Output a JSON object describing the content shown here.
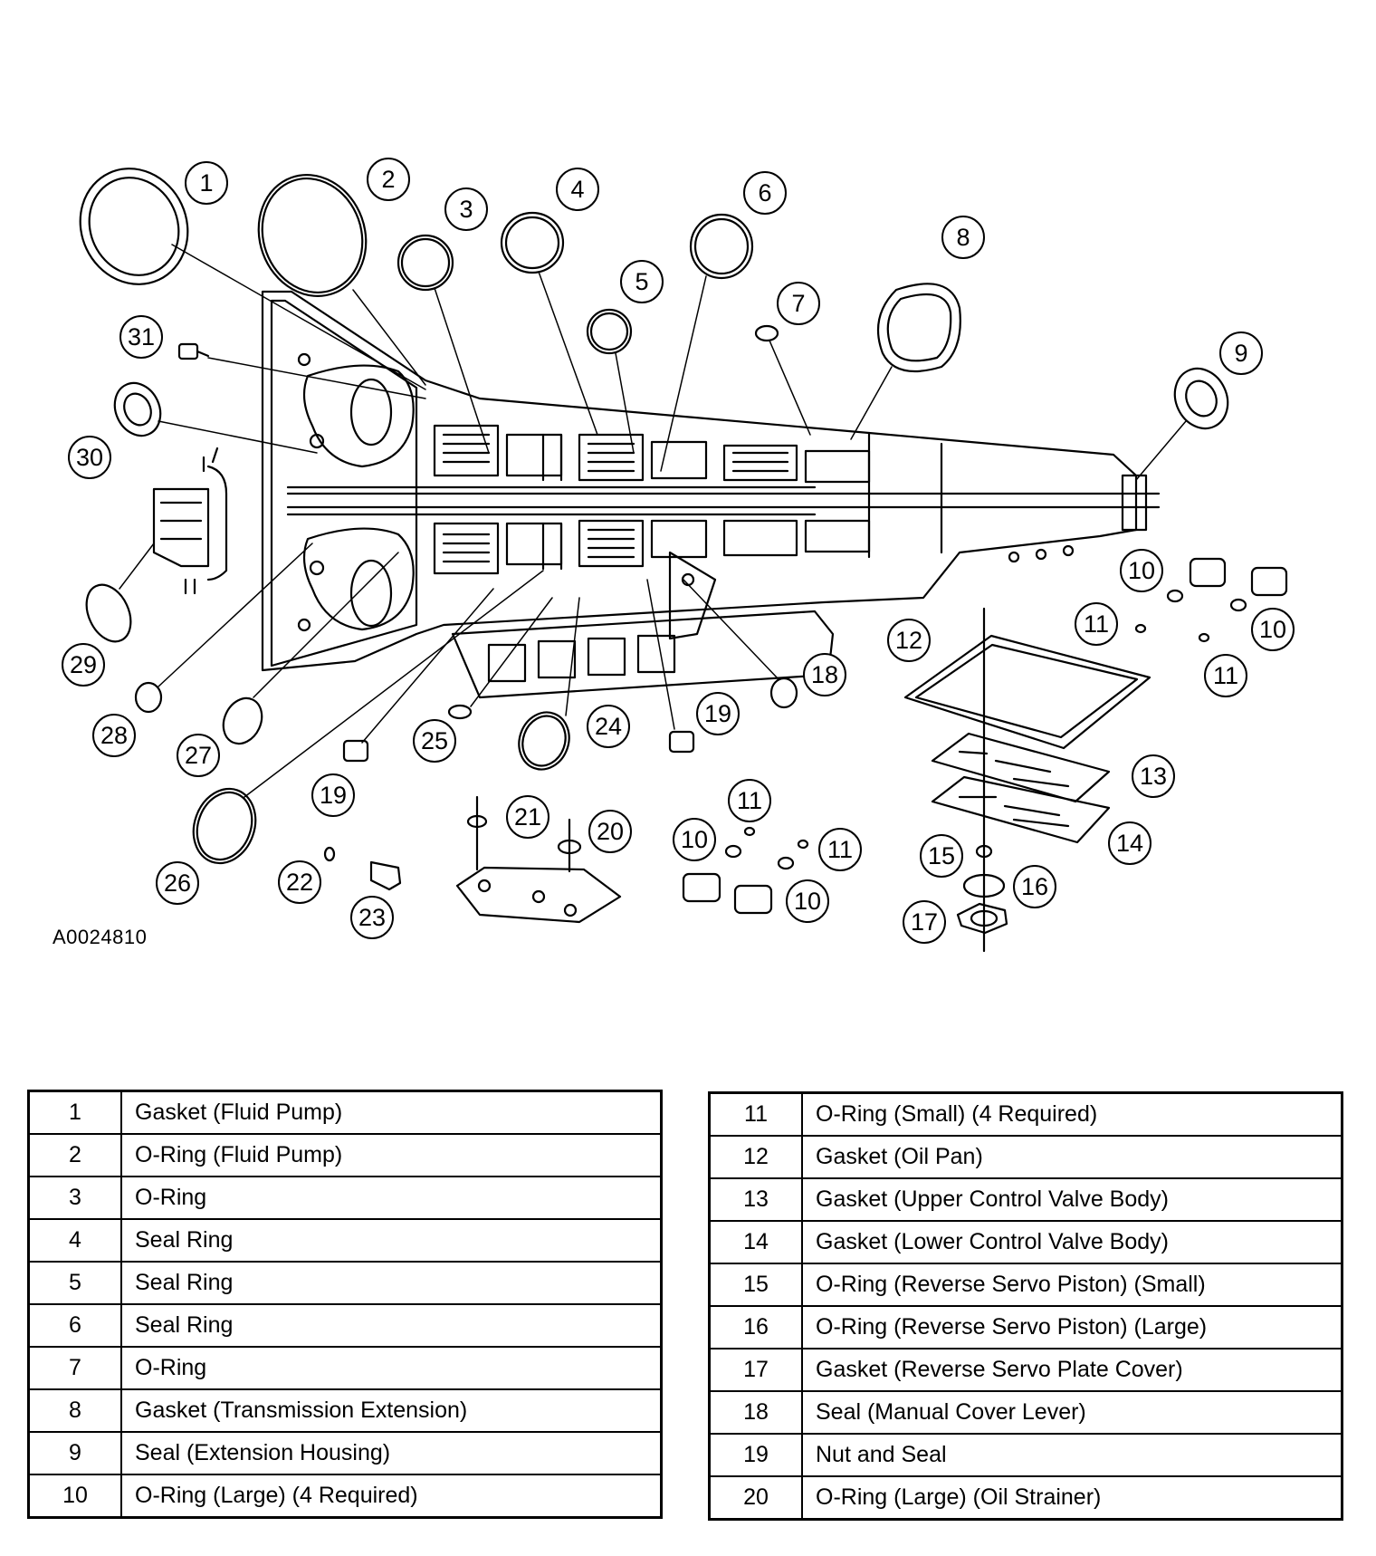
{
  "figure_id": "A0024810",
  "callouts": [
    "1",
    "2",
    "3",
    "4",
    "5",
    "6",
    "7",
    "8",
    "9",
    "10",
    "11",
    "12",
    "13",
    "14",
    "15",
    "16",
    "17",
    "18",
    "19",
    "20",
    "21",
    "22",
    "23",
    "24",
    "25",
    "26",
    "27",
    "28",
    "29",
    "30",
    "31"
  ],
  "parts_left": [
    {
      "num": "1",
      "desc": "Gasket (Fluid Pump)"
    },
    {
      "num": "2",
      "desc": "O-Ring (Fluid Pump)"
    },
    {
      "num": "3",
      "desc": "O-Ring"
    },
    {
      "num": "4",
      "desc": "Seal Ring"
    },
    {
      "num": "5",
      "desc": "Seal Ring"
    },
    {
      "num": "6",
      "desc": "Seal Ring"
    },
    {
      "num": "7",
      "desc": "O-Ring"
    },
    {
      "num": "8",
      "desc": "Gasket (Transmission Extension)"
    },
    {
      "num": "9",
      "desc": "Seal (Extension Housing)"
    },
    {
      "num": "10",
      "desc": "O-Ring (Large) (4 Required)"
    }
  ],
  "parts_right": [
    {
      "num": "11",
      "desc": "O-Ring (Small) (4 Required)"
    },
    {
      "num": "12",
      "desc": "Gasket (Oil Pan)"
    },
    {
      "num": "13",
      "desc": "Gasket (Upper Control Valve Body)"
    },
    {
      "num": "14",
      "desc": "Gasket (Lower Control Valve Body)"
    },
    {
      "num": "15",
      "desc": "O-Ring (Reverse Servo Piston) (Small)"
    },
    {
      "num": "16",
      "desc": "O-Ring (Reverse Servo Piston) (Large)"
    },
    {
      "num": "17",
      "desc": "Gasket (Reverse Servo Plate Cover)"
    },
    {
      "num": "18",
      "desc": "Seal (Manual Cover Lever)"
    },
    {
      "num": "19",
      "desc": "Nut and Seal"
    },
    {
      "num": "20",
      "desc": "O-Ring (Large) (Oil Strainer)"
    }
  ]
}
